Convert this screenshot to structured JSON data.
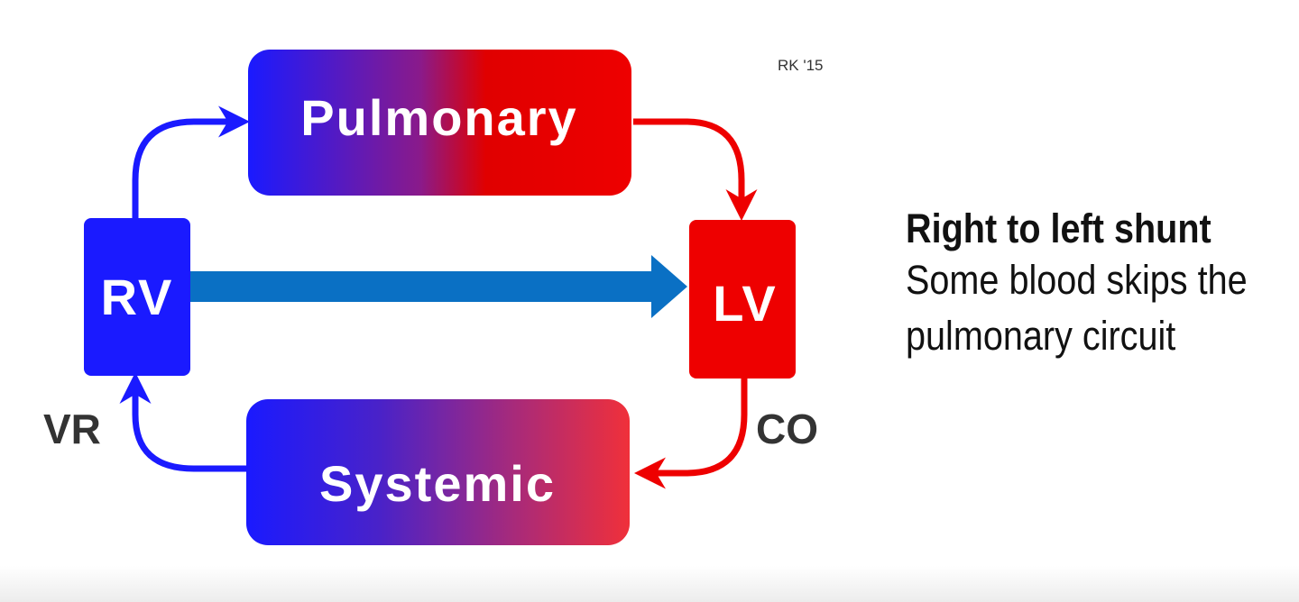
{
  "credit": "RK '15",
  "boxes": {
    "pulmonary": "Pulmonary",
    "systemic": "Systemic",
    "rv": "RV",
    "lv": "LV"
  },
  "flow_labels": {
    "venous_return": "VR",
    "cardiac_output": "CO"
  },
  "caption": {
    "title": "Right to left shunt",
    "line1": "Some blood skips the",
    "line2": "pulmonary circuit"
  },
  "colors": {
    "blue": "#1a1aff",
    "red": "#ee0000",
    "shunt_arrow": "#0a70c4",
    "text_dark": "#333333"
  }
}
